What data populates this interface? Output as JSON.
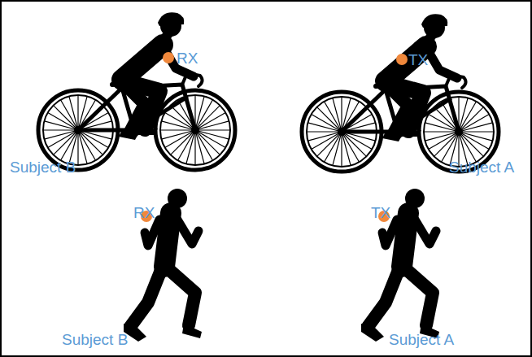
{
  "diagram": {
    "labels": [
      "RX",
      "TX",
      "Subject B",
      "Subject A",
      "RX",
      "TX",
      "Subject B",
      "Subject A"
    ]
  }
}
